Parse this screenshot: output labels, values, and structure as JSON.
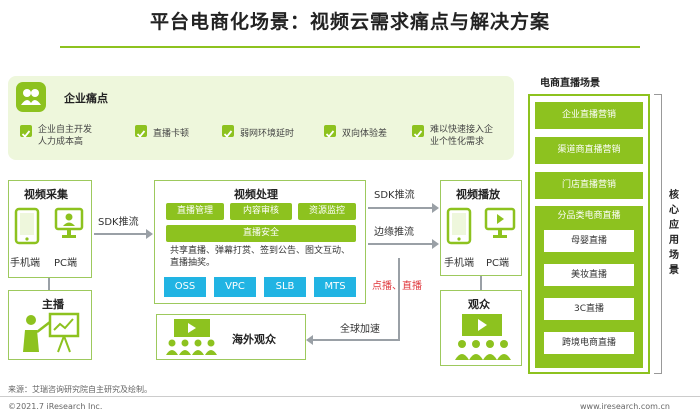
{
  "title": "平台电商化场景：视频云需求痛点与解决方案",
  "pain": {
    "heading": "企业痛点",
    "items": [
      {
        "line1": "企业自主开发",
        "line2": "人力成本高"
      },
      {
        "line1": "直播卡顿",
        "line2": ""
      },
      {
        "line1": "弱网环境延时",
        "line2": ""
      },
      {
        "line1": "双向体验差",
        "line2": ""
      },
      {
        "line1": "难以快速接入企",
        "line2": "业个性化需求"
      }
    ]
  },
  "capture": {
    "title": "视频采集",
    "mobile": "手机端",
    "pc": "PC端"
  },
  "anchor": {
    "title": "主播"
  },
  "sdk_push_left": "SDK推流",
  "processing": {
    "title": "视频处理",
    "tags": [
      "直播管理",
      "内容审核",
      "资源监控"
    ],
    "security": "直播安全",
    "features": "共享直播、弹幕打赏、签到公告、图文互动、直播抽奖。",
    "services": [
      "OSS",
      "VPC",
      "SLB",
      "MTS"
    ]
  },
  "sdk_push_right": "SDK推流",
  "edge_push": "边缘推流",
  "on_demand": "点播、直播",
  "global_accel": "全球加速",
  "overseas": "海外观众",
  "playback": {
    "title": "视频播放",
    "mobile": "手机端",
    "pc": "PC端"
  },
  "audience": {
    "title": "观众"
  },
  "right": {
    "title": "电商直播场景",
    "items": [
      "企业直播营销",
      "渠道商直播营销",
      "门店直播营销"
    ],
    "group_title": "分品类电商直播",
    "sub_items": [
      "母婴直播",
      "美妆直播",
      "3C直播",
      "跨境电商直播"
    ],
    "side_label": "核心应用场景"
  },
  "footer": {
    "source": "来源：艾瑞咨询研究院自主研究及绘制。",
    "copyright": "©2021.7 iResearch Inc.",
    "website": "www.iresearch.com.cn"
  },
  "colors": {
    "accent": "#8dc21f",
    "blue": "#21b4e3",
    "red": "#e0393e"
  }
}
